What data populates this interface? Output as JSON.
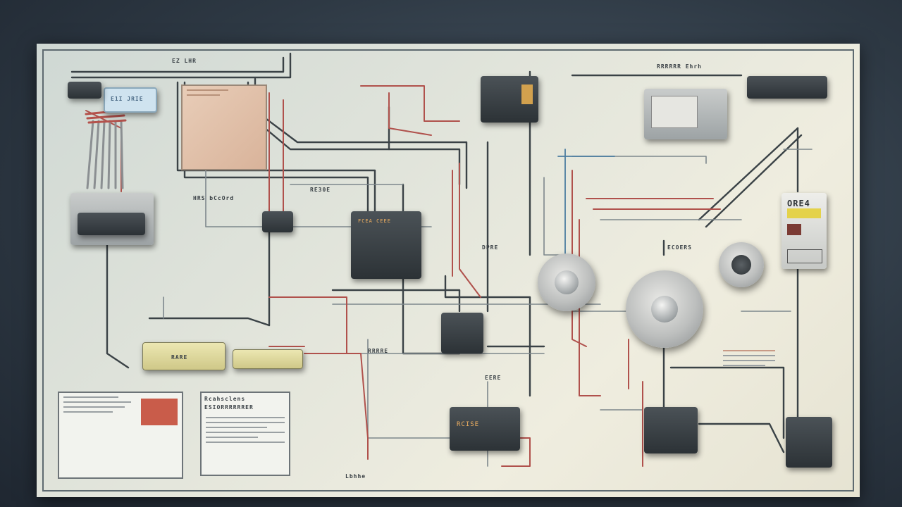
{
  "labels": {
    "top_left": "EZ LHR",
    "top_right": "RRRRRR Ehrh",
    "display_readout": "E1I JRIE",
    "device_a_label": "HRS bCcOrd",
    "device_a_label2": "RARE",
    "center_code": "RE30E",
    "center_module": "FCEA CEEE",
    "right_meter": "ORE4",
    "bottom_module": "RCISE",
    "bottom_footer": "Lbhhe",
    "doc_heading_1": "Rcahsclens",
    "doc_heading_2": "ESIORRRRRRER",
    "tag_1": "DPRE",
    "tag_2": "ECOERS",
    "tag_3": "RRRRE",
    "small_module": "EERE"
  }
}
